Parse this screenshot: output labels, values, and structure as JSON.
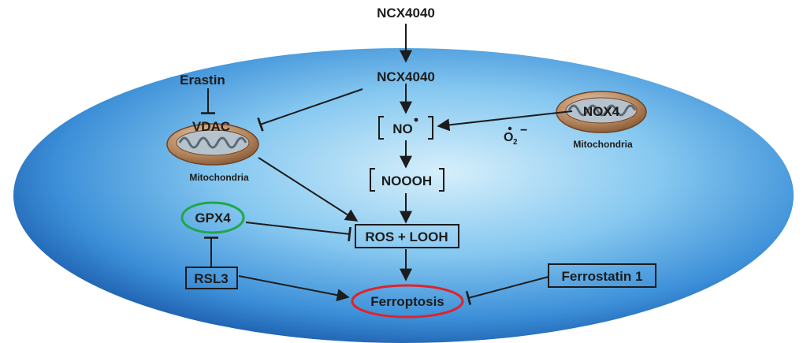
{
  "nodes": {
    "ncx_outer": "NCX4040",
    "ncx_inner": "NCX4040",
    "erastin": "Erastin",
    "vdac": "VDAC",
    "mito_left_label": "Mitochondria",
    "nox4": "NOX4",
    "mito_right_label": "Mitochondria",
    "no_radical": "NO",
    "superoxide_main": "O",
    "superoxide_sub": "2",
    "superoxide_charge": "−",
    "noooh": "NOOOH",
    "gpx4": "GPX4",
    "ros_looh": "ROS + LOOH",
    "rsl3": "RSL3",
    "ferroptosis": "Ferroptosis",
    "ferrostatin": "Ferrostatin 1"
  },
  "colors": {
    "cell_center": "#cfeaf8",
    "cell_mid": "#5fb3ea",
    "cell_edge": "#1f66b8",
    "gpx4_ring": "#1ea84a",
    "ferroptosis_ring": "#e0232b",
    "mito_outer": "#9a6a45",
    "mito_inner": "#6d7b86"
  },
  "icons": [
    "mitochondrion-icon",
    "mitochondrion-icon"
  ]
}
